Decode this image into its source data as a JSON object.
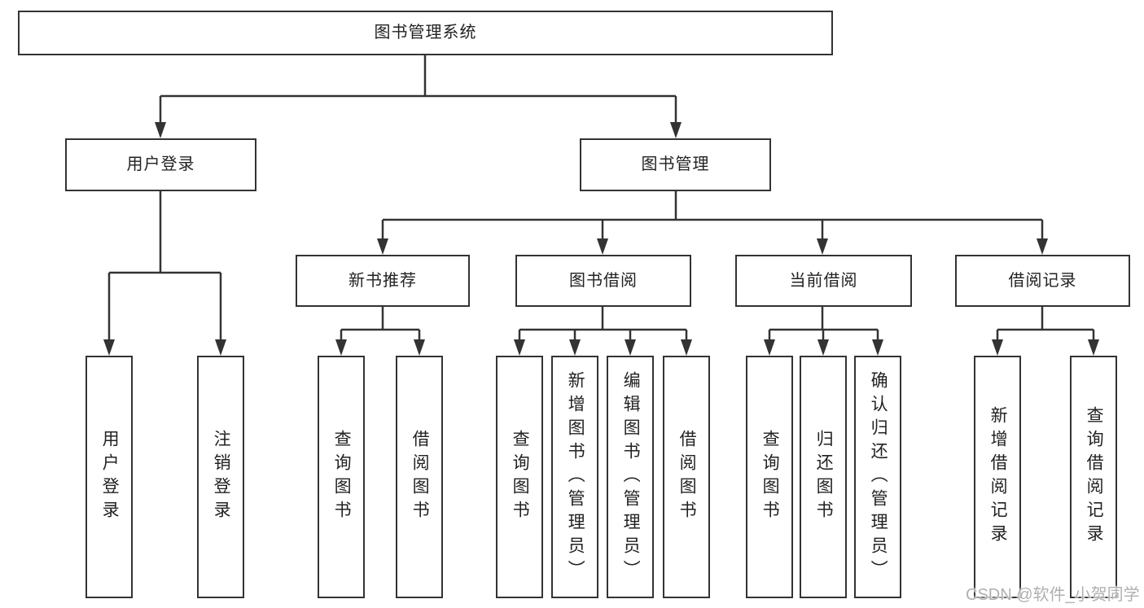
{
  "tree": {
    "root": {
      "label": "图书管理系统"
    },
    "user_login": {
      "label": "用户登录",
      "children": [
        {
          "label": "用户登录"
        },
        {
          "label": "注销登录"
        }
      ]
    },
    "book_mgmt": {
      "label": "图书管理",
      "sections": [
        {
          "label": "新书推荐",
          "children": [
            {
              "label": "查询图书"
            },
            {
              "label": "借阅图书"
            }
          ]
        },
        {
          "label": "图书借阅",
          "children": [
            {
              "label": "查询图书"
            },
            {
              "label": "新增图书（管理员）"
            },
            {
              "label": "编辑图书（管理员）"
            },
            {
              "label": "借阅图书"
            }
          ]
        },
        {
          "label": "当前借阅",
          "children": [
            {
              "label": "查询图书"
            },
            {
              "label": "归还图书"
            },
            {
              "label": "确认归还（管理员）"
            }
          ]
        },
        {
          "label": "借阅记录",
          "children": [
            {
              "label": "新增借阅记录"
            },
            {
              "label": "查询借阅记录"
            }
          ]
        }
      ]
    }
  },
  "watermark": {
    "text": "CSDN @软件_小贺同学"
  },
  "colors": {
    "line": "#333333",
    "box_background": "#ffffff",
    "text": "#222222",
    "watermark": "#b0b0b0"
  }
}
